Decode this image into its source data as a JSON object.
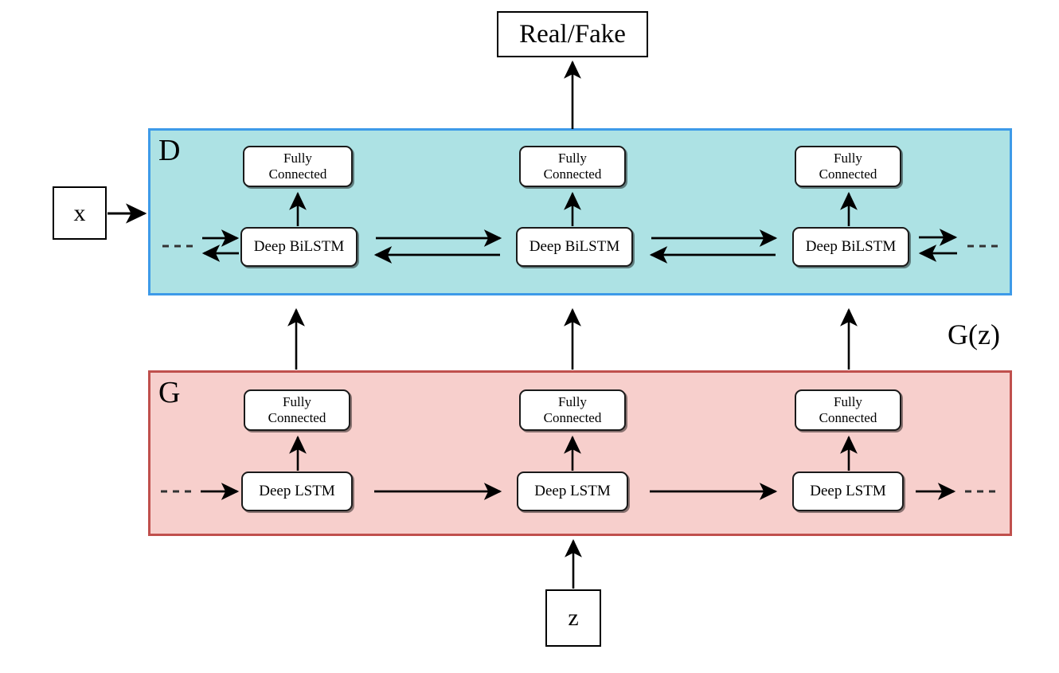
{
  "figure": {
    "title_text": "Real/Fake",
    "description": "GAN architecture diagram with LSTM generator and BiLSTM discriminator"
  },
  "io_nodes": {
    "output": {
      "label": "Real/Fake"
    },
    "real_input": {
      "label": "x"
    },
    "noise_input": {
      "label": "z"
    }
  },
  "labels": {
    "discriminator": "D",
    "generator": "G",
    "generated_output": "G(z)",
    "ellipsis": "- - - -"
  },
  "colors": {
    "discriminator_fill": "#ade2e4",
    "discriminator_border": "#3d9ae8",
    "generator_fill": "#f7cfcc",
    "generator_border": "#c0504d",
    "cell_fill": "#ffffff",
    "stroke": "#000000"
  },
  "discriminator": {
    "panel_label": "D",
    "columns": [
      {
        "fc_label_line1": "Fully",
        "fc_label_line2": "Connected",
        "rnn_label": "Deep BiLSTM"
      },
      {
        "fc_label_line1": "Fully",
        "fc_label_line2": "Connected",
        "rnn_label": "Deep BiLSTM"
      },
      {
        "fc_label_line1": "Fully",
        "fc_label_line2": "Connected",
        "rnn_label": "Deep BiLSTM"
      }
    ],
    "connection_type": "bidirectional"
  },
  "generator": {
    "panel_label": "G",
    "columns": [
      {
        "fc_label_line1": "Fully",
        "fc_label_line2": "Connected",
        "rnn_label": "Deep LSTM"
      },
      {
        "fc_label_line1": "Fully",
        "fc_label_line2": "Connected",
        "rnn_label": "Deep LSTM"
      },
      {
        "fc_label_line1": "Fully",
        "fc_label_line2": "Connected",
        "rnn_label": "Deep LSTM"
      }
    ],
    "connection_type": "unidirectional"
  }
}
